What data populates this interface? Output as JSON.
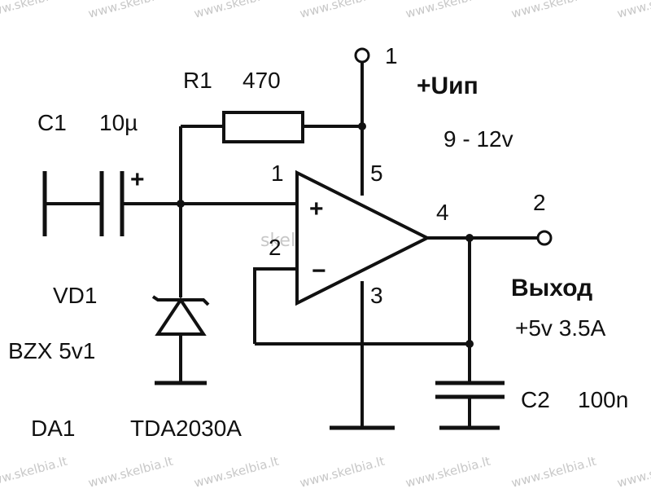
{
  "labels": {
    "c1_name": "C1",
    "c1_value": "10µ",
    "c1_plus": "+",
    "r1_name": "R1",
    "r1_value": "470",
    "supply_name": "+Uип",
    "supply_range": "9 - 12v",
    "vd1_name": "VD1",
    "vd1_part": "BZX 5v1",
    "da1_name": "DA1",
    "da1_part": "TDA2030A",
    "output_name": "Выход",
    "output_spec": "+5v 3.5A",
    "c2_name": "C2",
    "c2_value": "100n",
    "op_plus": "+",
    "op_minus": "−"
  },
  "pins": {
    "pin1": "1",
    "pin2": "2",
    "pin3": "3",
    "pin4": "4",
    "pin5": "5"
  },
  "terminals": {
    "t1": "1",
    "t2": "2"
  },
  "watermark": "www.skelbia.lt",
  "center_watermark": "skelbia.lt",
  "colors": {
    "ink": "#111111",
    "background": "#ffffff",
    "watermark": "#c8c8c8"
  }
}
